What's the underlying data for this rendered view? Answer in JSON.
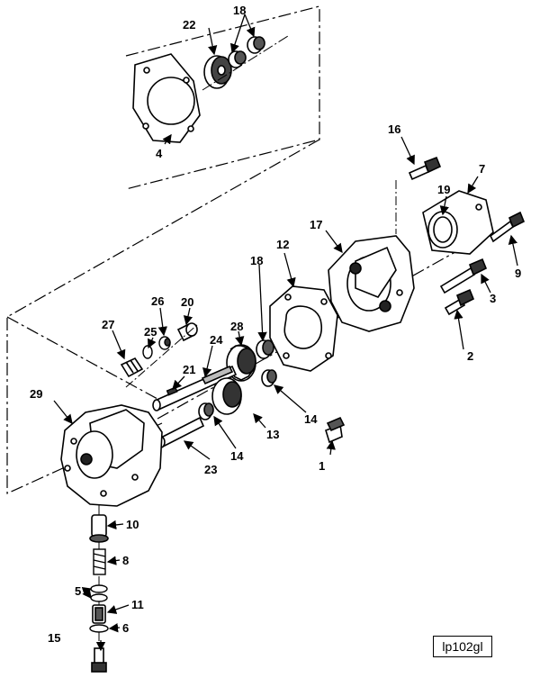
{
  "figure_id": "lp102gl",
  "callouts": {
    "c1": "1",
    "c2": "2",
    "c3": "3",
    "c4": "4",
    "c5": "5",
    "c6": "6",
    "c7": "7",
    "c8": "8",
    "c9": "9",
    "c10": "10",
    "c11": "11",
    "c12": "12",
    "c13": "13",
    "c14a": "14",
    "c14b": "14",
    "c15": "15",
    "c16": "16",
    "c17": "17",
    "c18a": "18",
    "c18b": "18",
    "c19": "19",
    "c20": "20",
    "c21": "21",
    "c22": "22",
    "c23": "23",
    "c24": "24",
    "c25": "25",
    "c26": "26",
    "c27": "27",
    "c28": "28",
    "c29": "29"
  }
}
